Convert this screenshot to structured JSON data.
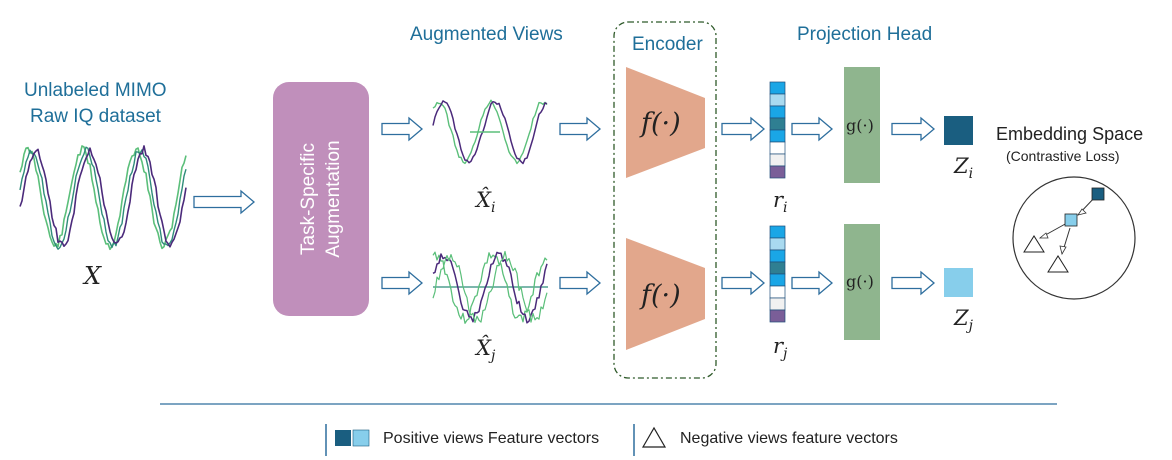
{
  "dataset": {
    "title_line1": "Unlabeled MIMO",
    "title_line2": "Raw IQ dataset",
    "symbol": "X"
  },
  "augmentation": {
    "line1": "Task-Specific",
    "line2": "Augmentation"
  },
  "views": {
    "title": "Augmented Views",
    "symbol_i": "X̂",
    "sub_i": "i",
    "symbol_j": "X̂",
    "sub_j": "j"
  },
  "encoder": {
    "title": "Encoder",
    "func": "f(·)"
  },
  "representation": {
    "symbol": "r",
    "sub_i": "i",
    "sub_j": "j"
  },
  "projection": {
    "title": "Projection Head",
    "func": "g(·)"
  },
  "embedding": {
    "symbol": "Z",
    "sub_i": "i",
    "sub_j": "j",
    "title": "Embedding Space",
    "subtitle": "(Contrastive Loss)"
  },
  "legend": {
    "positive": "Positive views Feature vectors",
    "negative": "Negative views feature vectors"
  },
  "colors": {
    "accent_text": "#1f6f99",
    "augmentation_fill": "#c08fbb",
    "encoder_fill": "#e2a78c",
    "projection_fill": "#8fb58e",
    "arrow_stroke": "#2e6e9e",
    "z_i": "#1a5e80",
    "z_j": "#87ceeb",
    "wave_purple": "#4b2a7b",
    "wave_green": "#5bbf7a",
    "wave_teal": "#2f8c7a"
  }
}
